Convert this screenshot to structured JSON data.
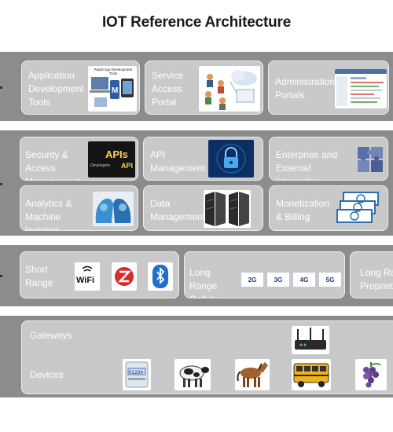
{
  "title": "IOT Reference Architecture",
  "layer1": {
    "app_dev": "Application Development Tools",
    "app_dev_thumb_caption": "Rapid App Development Tools",
    "service_portal": "Service Access Portal",
    "admin": "Administration Portals"
  },
  "layer2": {
    "security": "Security & Access Management",
    "apis_big": "APIs",
    "apis_small": "API",
    "apis_dev": "Developers",
    "api_mgmt": "API Management",
    "enterprise": "Enterprise and External Integration",
    "analytics": "Analytics & Machine learning",
    "data_mgmt": "Data Management",
    "monetization": "Monetization & Billing"
  },
  "layer3": {
    "short_range": "Short Range",
    "wifi_text": "WiFi",
    "long_range": "Long Range Cellular",
    "cell_tags": [
      "2G",
      "3G",
      "4G",
      "5G"
    ],
    "proprietary": "Long Range Proprietary"
  },
  "layer4": {
    "gateways": "Gateways",
    "devices": "Devices",
    "meter_reading": "01234"
  },
  "colors": {
    "band": "#8c8c8c",
    "card": "#c9c9c9",
    "label": "#ffffff",
    "dark_navy": "#0d1a3a"
  }
}
